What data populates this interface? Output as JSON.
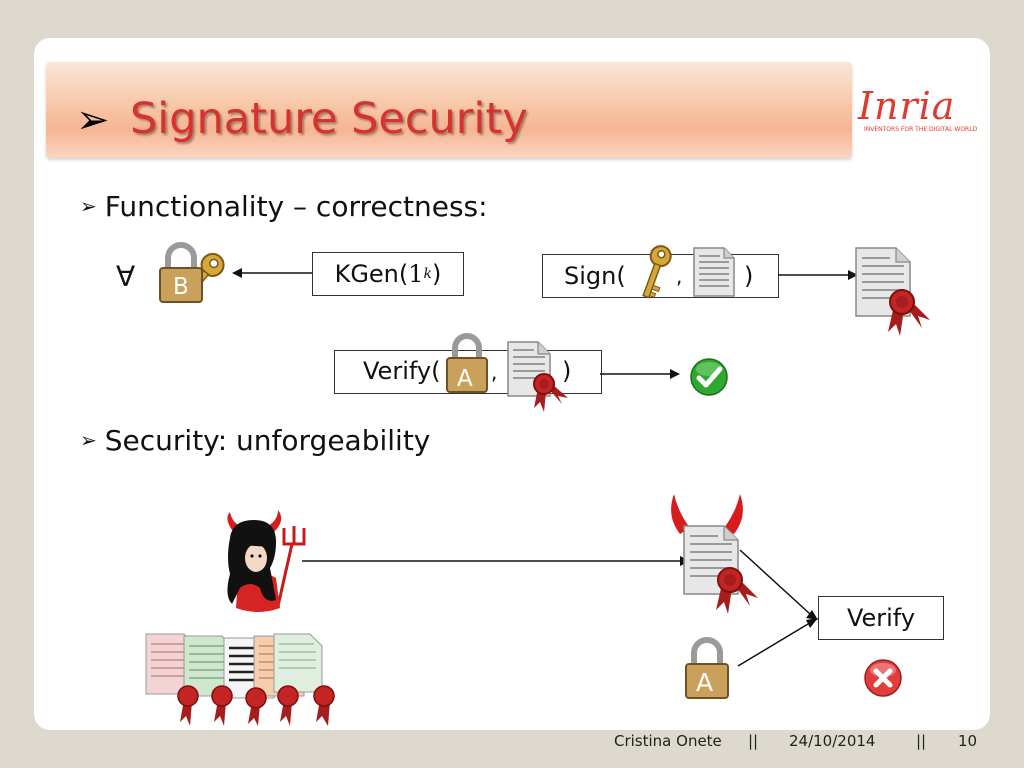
{
  "title": {
    "arrow": "➢",
    "text": "Signature Security"
  },
  "logo": {
    "word": "Inria",
    "tagline": "INVENTORS FOR THE DIGITAL WORLD"
  },
  "bullets": [
    {
      "mark": "➢",
      "text": "Functionality – correctness:"
    },
    {
      "mark": "➢",
      "text": "Security: unforgeability"
    }
  ],
  "correctness": {
    "forall": "∀",
    "lock_b_label": "B",
    "kgen_prefix": "KGen(",
    "kgen_arg": "1",
    "kgen_sup": "k",
    "kgen_suffix": ")",
    "sign_open": "Sign(",
    "sign_comma": ",",
    "sign_close": ")",
    "verify_open": "Verify(",
    "verify_lock_label": "A",
    "verify_comma": ",",
    "verify_close": ")"
  },
  "unforgeability": {
    "verify_label": "Verify",
    "lock_a_label": "A"
  },
  "colors": {
    "title_red": "#d8322e",
    "ok_green": "#2fa82f",
    "fail_red": "#e23c3c"
  },
  "footer": {
    "author": "Cristina Onete",
    "sep1": "||",
    "date": "24/10/2014",
    "sep2": "||",
    "page": "10"
  }
}
